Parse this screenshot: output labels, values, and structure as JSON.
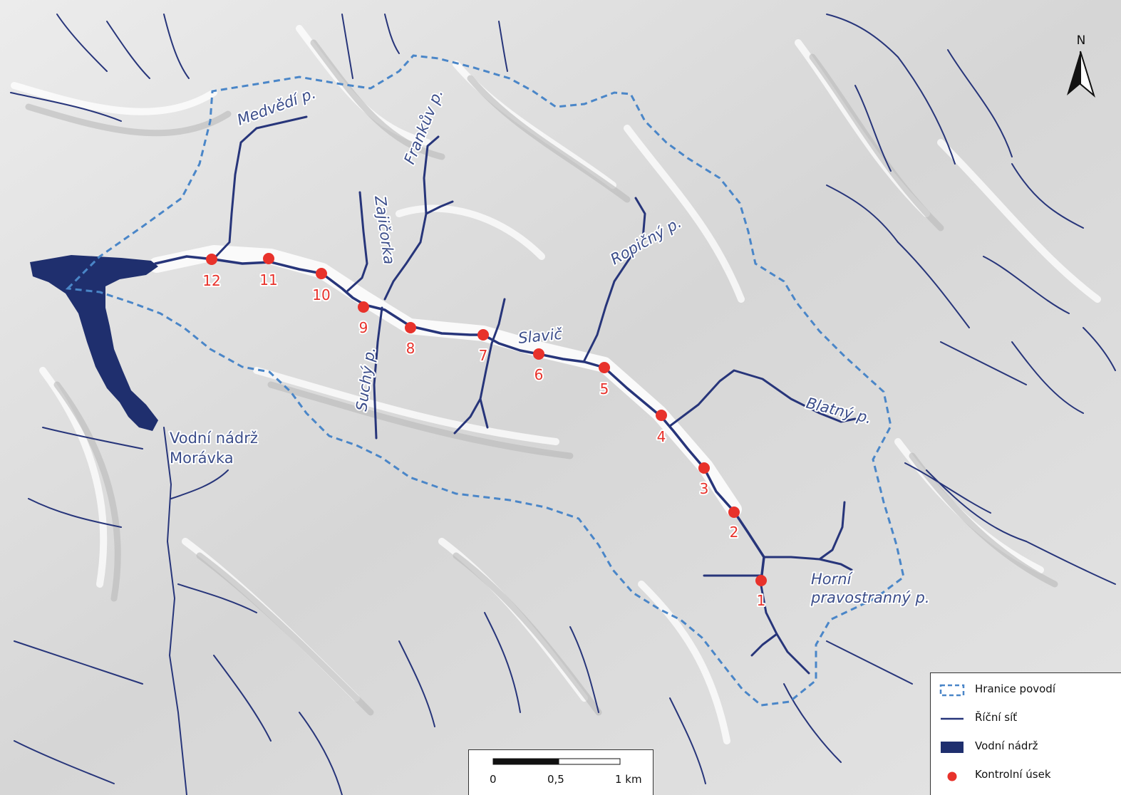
{
  "colors": {
    "river": "#27357a",
    "boundary": "#4a86c8",
    "reservoir": "#1f2f6e",
    "checkpoint": "#e8322b"
  },
  "streams": {
    "medvedi": "Medvědí p.",
    "frankuv": "Frankův p.",
    "zajicorka": "Zajičorka",
    "suchy": "Suchý p.",
    "ropicny": "Ropičný p.",
    "slavic": "Slavič",
    "blatny": "Blatný p.",
    "horni_line1": "Horní",
    "horni_line2": "pravostranný p."
  },
  "reservoir": {
    "line1": "Vodní nádrž",
    "line2": "Morávka"
  },
  "checkpoints": [
    "1",
    "2",
    "3",
    "4",
    "5",
    "6",
    "7",
    "8",
    "9",
    "10",
    "11",
    "12"
  ],
  "legend": {
    "boundary": "Hranice povodí",
    "river": "Říční síť",
    "reservoir": "Vodní nádrž",
    "checkpoint": "Kontrolní úsek"
  },
  "scale": {
    "labels": [
      "0",
      "0,5",
      "1 km"
    ]
  },
  "north": {
    "label": "N",
    "icon": "north-arrow-icon"
  }
}
